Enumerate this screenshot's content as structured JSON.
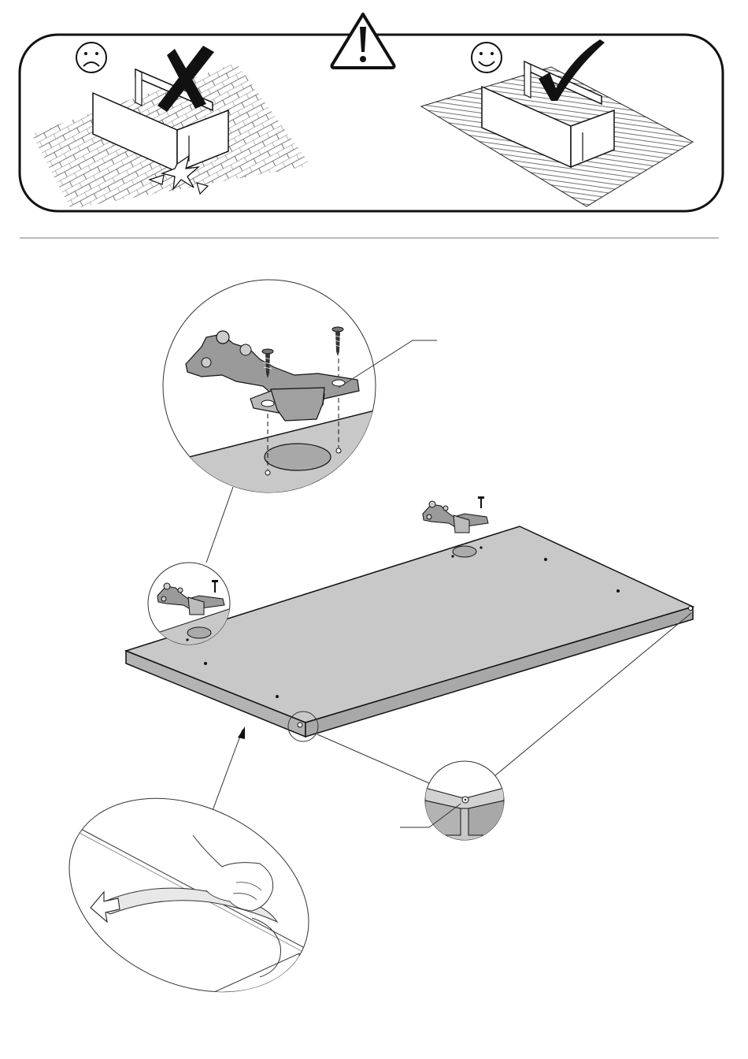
{
  "document": {
    "type": "assembly-instruction-sheet",
    "warning_panel": {
      "bad_face": "sad-face-icon",
      "bad_mark": "cross-mark-icon",
      "bad_surface": "hard-tiled-floor",
      "warning_sign": "exclamation-triangle-icon",
      "good_face": "happy-face-icon",
      "good_mark": "check-mark-icon",
      "good_surface": "soft-carpet"
    },
    "step": {
      "part": "panel",
      "hardware": [
        "hinge",
        "screw"
      ],
      "hinge_count": 2,
      "details": [
        "hinge-detail-zoom",
        "corner-marker-zoom",
        "peel-protective-film-zoom"
      ]
    }
  }
}
